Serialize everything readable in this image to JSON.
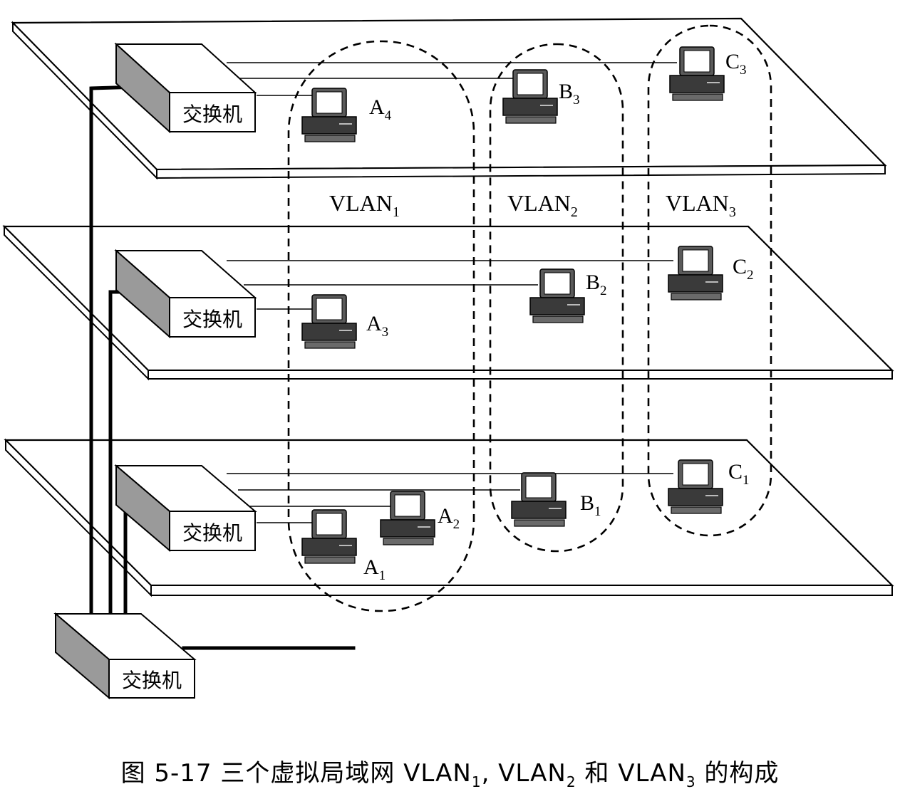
{
  "switch_label": "交换机",
  "vlans": [
    {
      "id": "vlan1",
      "label": "VLAN",
      "sub": "1"
    },
    {
      "id": "vlan2",
      "label": "VLAN",
      "sub": "2"
    },
    {
      "id": "vlan3",
      "label": "VLAN",
      "sub": "3"
    }
  ],
  "hosts": [
    {
      "id": "a1",
      "label": "A",
      "sub": "1"
    },
    {
      "id": "a2",
      "label": "A",
      "sub": "2"
    },
    {
      "id": "a3",
      "label": "A",
      "sub": "3"
    },
    {
      "id": "a4",
      "label": "A",
      "sub": "4"
    },
    {
      "id": "b1",
      "label": "B",
      "sub": "1"
    },
    {
      "id": "b2",
      "label": "B",
      "sub": "2"
    },
    {
      "id": "b3",
      "label": "B",
      "sub": "3"
    },
    {
      "id": "c1",
      "label": "C",
      "sub": "1"
    },
    {
      "id": "c2",
      "label": "C",
      "sub": "2"
    },
    {
      "id": "c3",
      "label": "C",
      "sub": "3"
    }
  ],
  "caption": {
    "prefix": "图 5-17 三个虚拟局域网 VLAN",
    "s1": "1",
    "mid1": ", VLAN",
    "s2": "2",
    "mid2": " 和 VLAN",
    "s3": "3",
    "suffix": " 的构成"
  }
}
